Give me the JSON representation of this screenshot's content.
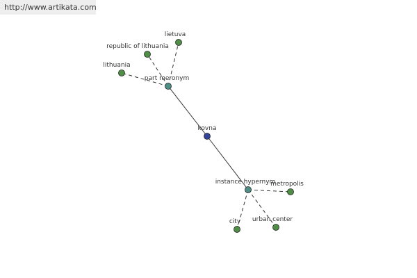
{
  "watermark": {
    "text": "http://www.artikata.com"
  },
  "colors": {
    "center_node": "#33449a",
    "relation_node": "#4d8f86",
    "leaf_node": "#4f8f45",
    "edge": "#333333"
  },
  "nodes": [
    {
      "id": "kovna",
      "label": "kovna",
      "kind": "center"
    },
    {
      "id": "part-meronym",
      "label": "part meronym",
      "kind": "relation"
    },
    {
      "id": "instance-hypernym",
      "label": "instance hypernym",
      "kind": "relation"
    },
    {
      "id": "lietuva",
      "label": "lietuva",
      "kind": "leaf"
    },
    {
      "id": "republic-of-lithuania",
      "label": "republic of lithuania",
      "kind": "leaf"
    },
    {
      "id": "lithuania",
      "label": "lithuania",
      "kind": "leaf"
    },
    {
      "id": "metropolis",
      "label": "metropolis",
      "kind": "leaf"
    },
    {
      "id": "city",
      "label": "city",
      "kind": "leaf"
    },
    {
      "id": "urban-center",
      "label": "urban center",
      "kind": "leaf"
    }
  ],
  "edges": [
    {
      "from": "kovna",
      "to": "part-meronym",
      "style": "solid"
    },
    {
      "from": "kovna",
      "to": "instance-hypernym",
      "style": "solid"
    },
    {
      "from": "part-meronym",
      "to": "lietuva",
      "style": "dashed"
    },
    {
      "from": "part-meronym",
      "to": "republic-of-lithuania",
      "style": "dashed"
    },
    {
      "from": "part-meronym",
      "to": "lithuania",
      "style": "dashed"
    },
    {
      "from": "instance-hypernym",
      "to": "metropolis",
      "style": "dashed"
    },
    {
      "from": "instance-hypernym",
      "to": "city",
      "style": "dashed"
    },
    {
      "from": "instance-hypernym",
      "to": "urban-center",
      "style": "dashed"
    }
  ]
}
